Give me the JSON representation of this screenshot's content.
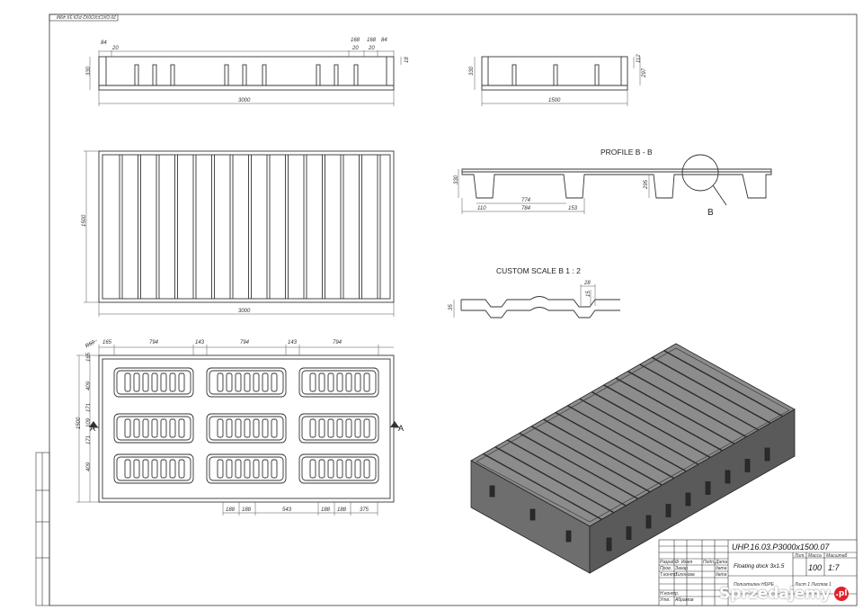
{
  "top_code": "20 DXCFXO0X2 P.DI 3X 49M",
  "views": {
    "top_elevation": {
      "dims_top": [
        "84",
        "20",
        "168",
        "168",
        "84",
        "20",
        "20"
      ],
      "height": "330",
      "height_right": "18",
      "length": "3000"
    },
    "side_elevation": {
      "height": "330",
      "height_right_a": "112",
      "height_right_b": "297",
      "length": "1500"
    },
    "plan": {
      "height": "1500",
      "length": "3000"
    },
    "profile": {
      "title": "PROFILE B - B",
      "height": "330",
      "dims": [
        "774",
        "784",
        "110",
        "153"
      ],
      "depth": "295",
      "callout": "B"
    },
    "detail": {
      "title": "CUSTOM SCALE B 1 : 2",
      "left_dim": "35",
      "w": "28",
      "h": "15"
    },
    "bottom_plan": {
      "corner": "R50",
      "top_dims": [
        "165",
        "794",
        "143",
        "794",
        "143",
        "794"
      ],
      "left_dims": [
        "165",
        "409",
        "171",
        "109",
        "171",
        "409"
      ],
      "height": "1500",
      "section_marks": [
        "A",
        "A"
      ],
      "bottom_dims": [
        "188",
        "188",
        "543",
        "188",
        "188",
        "375"
      ]
    }
  },
  "title_block": {
    "drawing_number": "UHP.16.03.P3000x1500.07",
    "name": "Floating dock 3x1.5",
    "mass": "100",
    "scale": "1:7",
    "col_headers": [
      "Лит.",
      "Масса",
      "Масштаб"
    ],
    "rows": [
      [
        "Разраб.",
        "Ф. Имея",
        "Подп.",
        "Дата"
      ],
      [
        "Пров.",
        "Захар",
        "дата"
      ],
      [
        "Т.контр.",
        "Тихонова",
        "дата"
      ],
      [
        "Н.контр.",
        "",
        ""
      ],
      [
        "Утв.",
        "Абрамов",
        ""
      ]
    ],
    "material": "Полиэтилен HDPE",
    "sheet": "Лист  1    Листов  1"
  },
  "watermark": {
    "text": "Sprzedajemy",
    "suffix": ".pl"
  }
}
